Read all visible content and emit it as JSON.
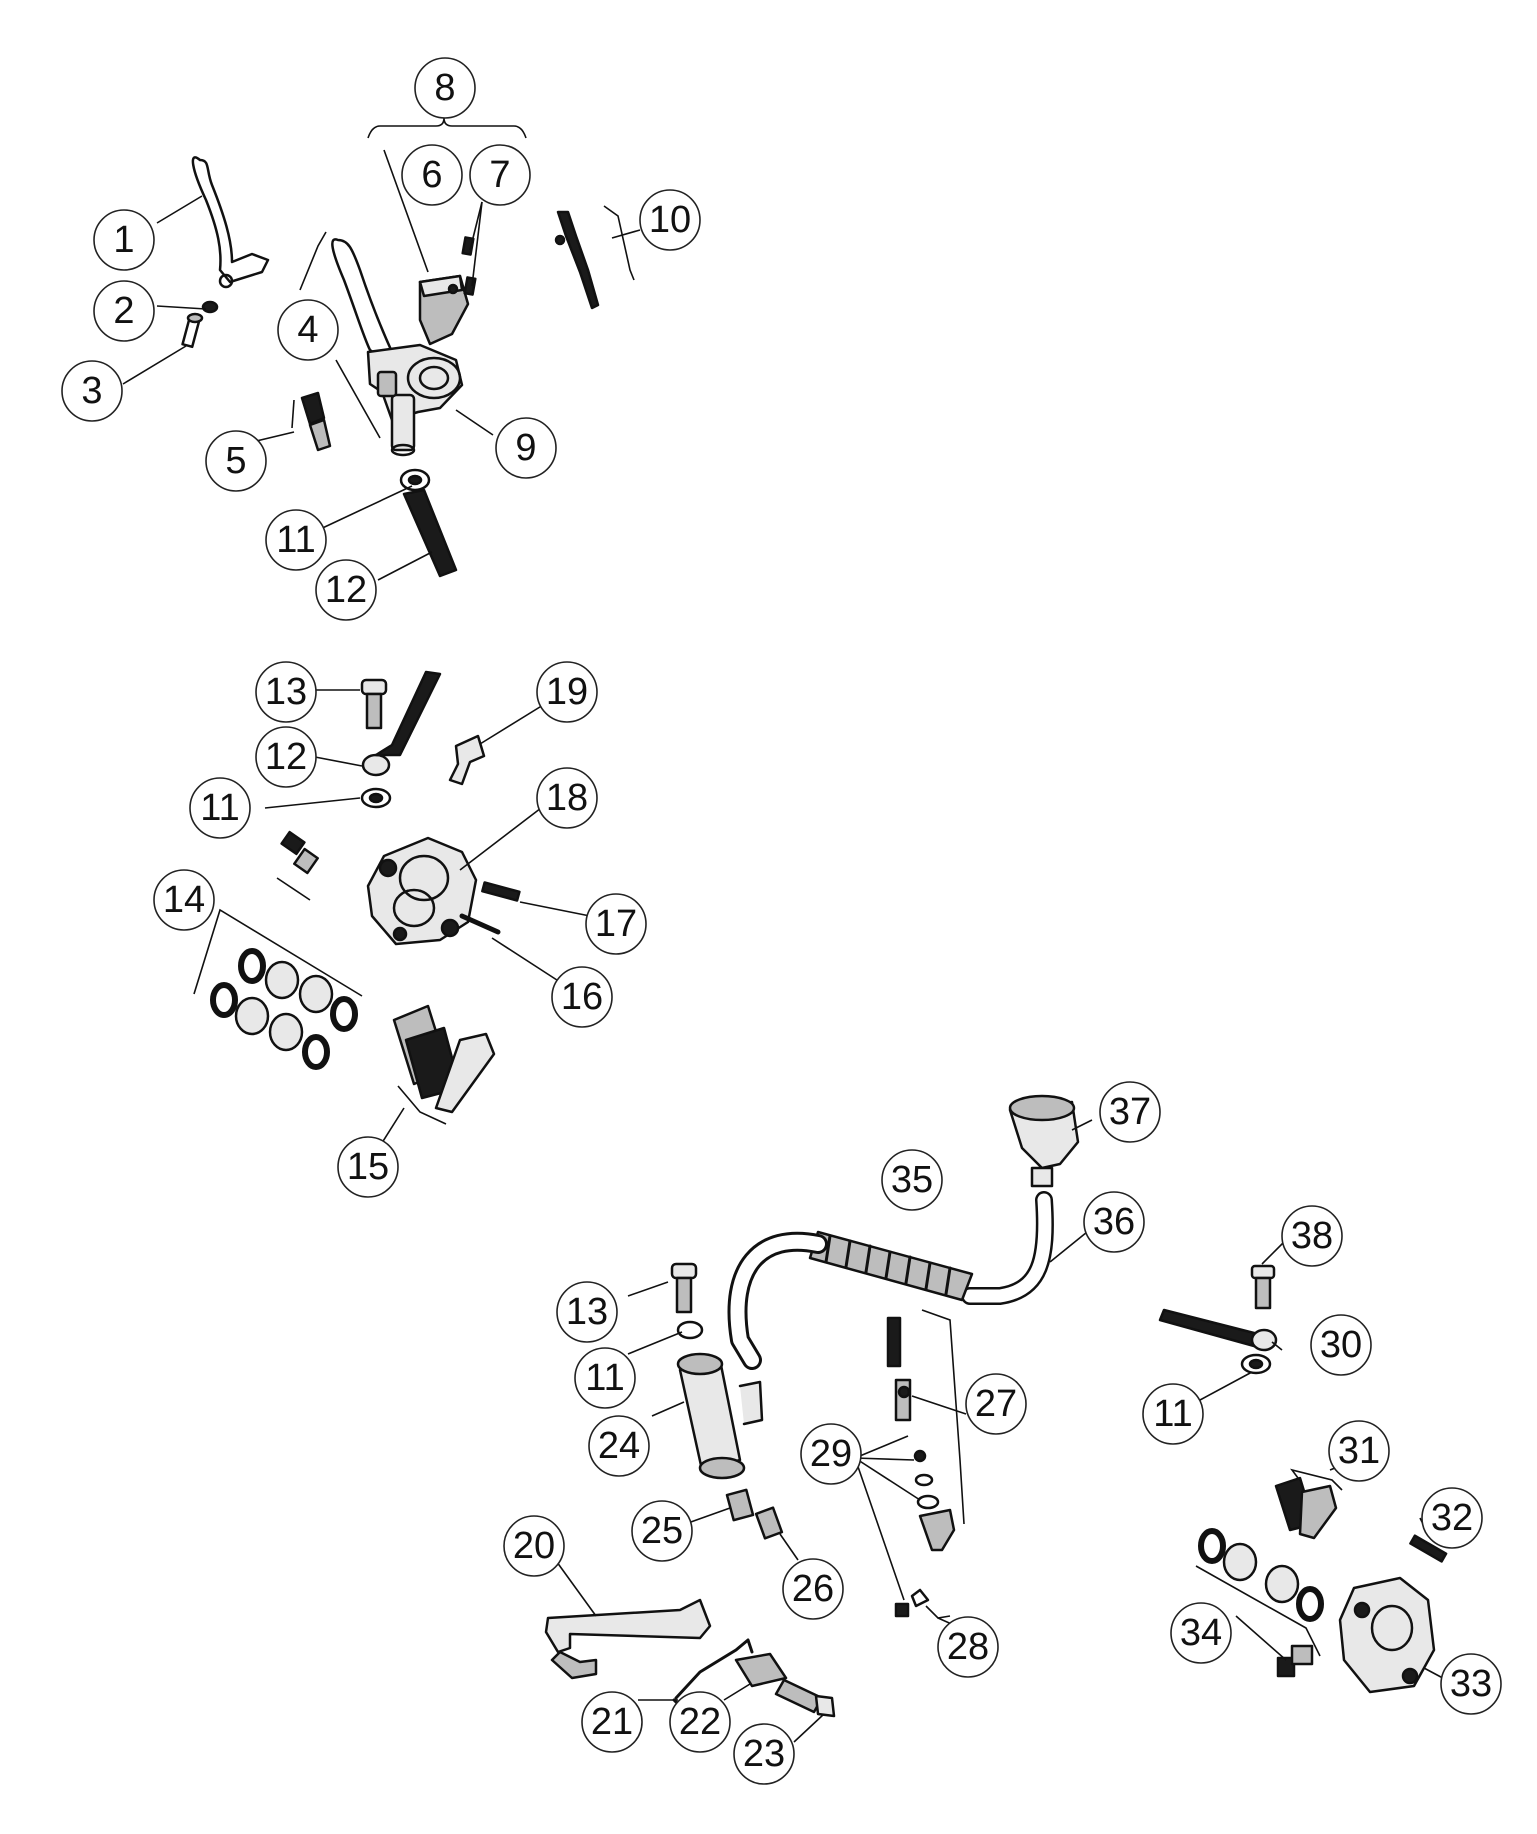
{
  "callouts": {
    "c1": "1",
    "c2": "2",
    "c3": "3",
    "c4": "4",
    "c5": "5",
    "c6": "6",
    "c7": "7",
    "c8": "8",
    "c9": "9",
    "c10": "10",
    "c11a": "11",
    "c12a": "12",
    "c13a": "13",
    "c12b": "12",
    "c11b": "11",
    "c19": "19",
    "c18": "18",
    "c14": "14",
    "c17": "17",
    "c16": "16",
    "c15": "15",
    "c37": "37",
    "c35": "35",
    "c36": "36",
    "c38": "38",
    "c13b": "13",
    "c11c": "11",
    "c30": "30",
    "c11d": "11",
    "c24": "24",
    "c27": "27",
    "c29": "29",
    "c31": "31",
    "c32": "32",
    "c25": "25",
    "c26": "26",
    "c20": "20",
    "c34": "34",
    "c28": "28",
    "c21": "21",
    "c22": "22",
    "c23": "23",
    "c33": "33"
  },
  "colors": {
    "line": "#111111",
    "circle_stroke": "#222222",
    "background": "#ffffff"
  }
}
